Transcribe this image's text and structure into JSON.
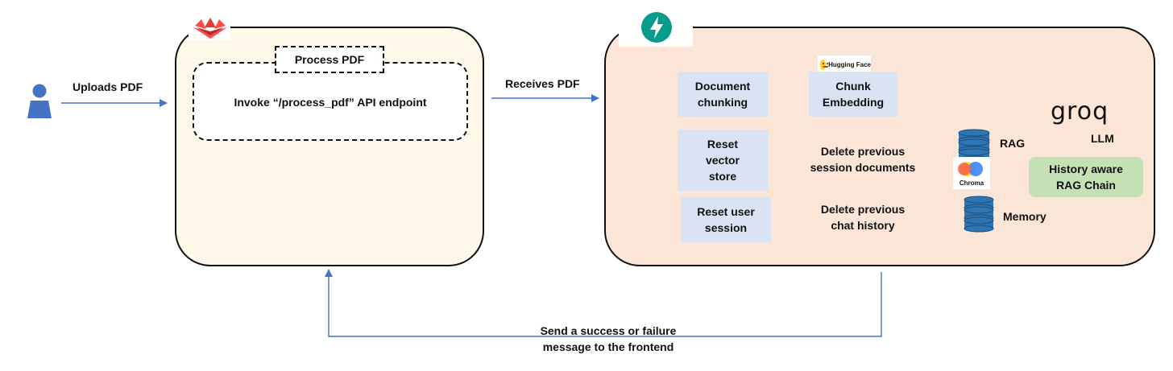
{
  "flow": {
    "uploads_label": "Uploads PDF",
    "receives_label": "Receives PDF",
    "return_label": "Send a success or failure\nmessage to the frontend"
  },
  "frontend": {
    "logo_icon": "streamlit-crown-icon",
    "process_title": "Process PDF",
    "invoke_text": "Invoke “/process_pdf” API endpoint",
    "panel_color": "#fef8e8"
  },
  "backend": {
    "logo_icon": "fastapi-bolt-icon",
    "panel_color": "#fbe5d6",
    "steps": {
      "document_chunking": "Document\nchunking",
      "chunk_embedding": "Chunk\nEmbedding",
      "reset_vector_store": "Reset\nvector\nstore",
      "reset_user_session": "Reset user\nsession"
    },
    "edges": {
      "delete_session_docs": "Delete previous\nsession documents",
      "delete_chat_history": "Delete previous\nchat history",
      "llm": "LLM"
    },
    "stores": {
      "rag_label": "RAG",
      "memory_label": "Memory"
    },
    "logos": {
      "hugging_face": "Hugging Face",
      "chroma": "Chroma",
      "groq": "groq"
    },
    "chain_label": "History aware\nRAG Chain",
    "colors": {
      "step_fill": "#dae3f3",
      "chain_fill": "#c5e0b4",
      "arrow_blue": "#4472c4",
      "db_blue": "#2e75b6"
    }
  }
}
